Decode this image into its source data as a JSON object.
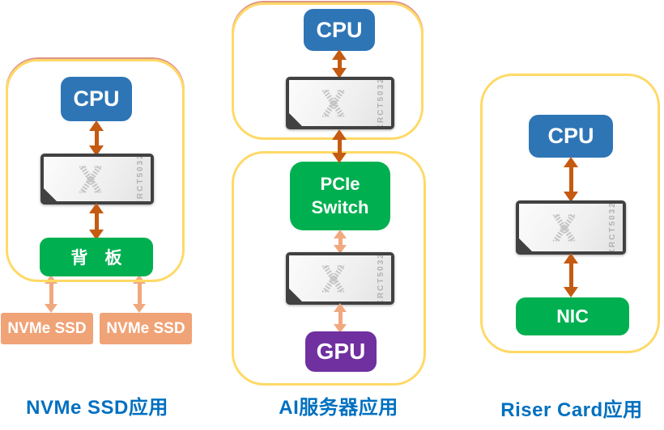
{
  "colors": {
    "group_border_yellow": "#FFD966",
    "cpu_blue": "#2E75B6",
    "module_green": "#00B050",
    "gpu_purple": "#7030A0",
    "arrow_dark_orange": "#C55A11",
    "arrow_light_orange": "#F1A87E",
    "ssd_orange": "#F0A377",
    "caption_blue": "#0070C0",
    "chip_frame_gray": "#414141"
  },
  "chip": {
    "part_number": "XRCT5032",
    "logo": "x-circuit-logo"
  },
  "columns": {
    "nvme": {
      "caption": "NVMe SSD应用",
      "cpu_label": "CPU",
      "backplane_label": "背　板",
      "ssd_left_label": "NVMe SSD",
      "ssd_right_label": "NVMe SSD"
    },
    "ai": {
      "caption": "AI服务器应用",
      "cpu_label": "CPU",
      "pcie_switch_line1": "PCIe",
      "pcie_switch_line2": "Switch",
      "gpu_label": "GPU"
    },
    "riser": {
      "caption": "Riser Card应用",
      "cpu_label": "CPU",
      "nic_label": "NIC"
    }
  }
}
